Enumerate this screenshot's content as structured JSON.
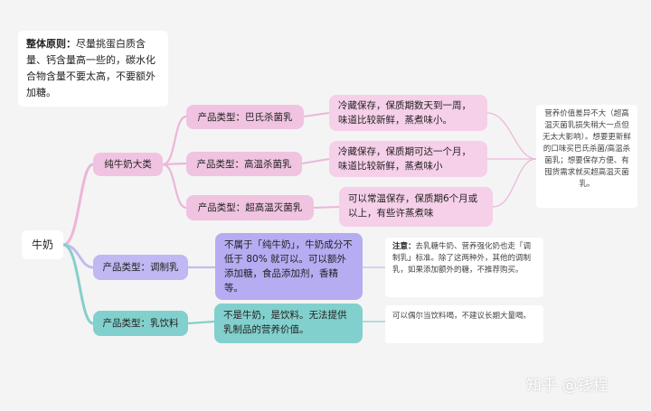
{
  "principle": {
    "label": "整体原则：",
    "text": "尽量挑蛋白质含量、钙含量高一些的，碳水化合物含量不要太高，不要额外加糖。"
  },
  "root": "牛奶",
  "categories": {
    "pure": "纯牛奶大类",
    "modified": "产品类型：调制乳",
    "drink": "产品类型：乳饮料"
  },
  "types": {
    "pasteurized": "产品类型：巴氏杀菌乳",
    "high_temp": "产品类型：高温杀菌乳",
    "uht": "产品类型：超高温灭菌乳"
  },
  "details": {
    "pasteurized": "冷藏保存，保质期数天到一周，味道比较新鲜，蒸煮味小。",
    "high_temp": "冷藏保存，保质期可达一个月，味道比较新鲜，蒸煮味小",
    "uht": "可以常温保存，保质期6个月或以上，有些许蒸煮味",
    "modified": "不属于「纯牛奶」，牛奶成分不低于 80% 就可以。可以额外添加糖，食品添加剂，香精等。",
    "drink": "不是牛奶，是饮料。无法提供乳制品的营养价值。"
  },
  "notes": {
    "nutrition": "营养价值差异不大（超高温灭菌乳损失稍大一点但无太大影响）。想要更新鲜的口味买巴氏杀菌/高温杀菌乳；想要保存方便、有囤货需求就买超高温灭菌乳。",
    "modified_label": "注意：",
    "modified_text": "去乳糖牛奶、营养强化奶也走「调制乳」标准。除了这两种外，其他的调制乳，如果添加额外的糖，不推荐购买。",
    "drink": "可以偶尔当饮料喝，不建议长期大量喝。"
  },
  "watermark": "知乎 @钱程",
  "colors": {
    "pink": "#f0c3e1",
    "lavender": "#bfb8f2",
    "teal": "#82d0cd",
    "pink_line": "#ecb6d9",
    "lavender_line": "#c2bbf0",
    "teal_line": "#86cfcb"
  }
}
